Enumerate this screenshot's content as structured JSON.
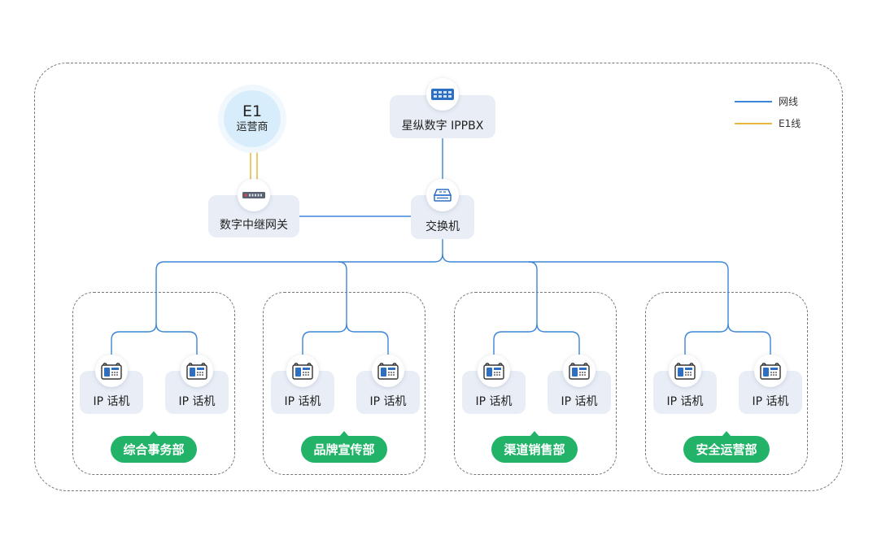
{
  "e1": {
    "title": "E1",
    "subtitle": "运营商"
  },
  "nodes": {
    "pbx": "星纵数字 IPPBX",
    "gateway": "数字中继网关",
    "switch": "交换机"
  },
  "legend": [
    {
      "label": "网线",
      "color": "#3b86d6"
    },
    {
      "label": "E1线",
      "color": "#e8b83a"
    }
  ],
  "phone_label": "IP 话机",
  "departments": [
    {
      "name": "综合事务部",
      "phones": [
        "IP 话机",
        "IP 话机"
      ]
    },
    {
      "name": "品牌宣传部",
      "phones": [
        "IP 话机",
        "IP 话机"
      ]
    },
    {
      "name": "渠道销售部",
      "phones": [
        "IP 话机",
        "IP 话机"
      ]
    },
    {
      "name": "安全运营部",
      "phones": [
        "IP 话机",
        "IP 话机"
      ]
    }
  ],
  "colors": {
    "network": "#3b86d6",
    "e1": "#e8b83a",
    "dept_pill": "#22b368",
    "card": "#e9eef6"
  }
}
